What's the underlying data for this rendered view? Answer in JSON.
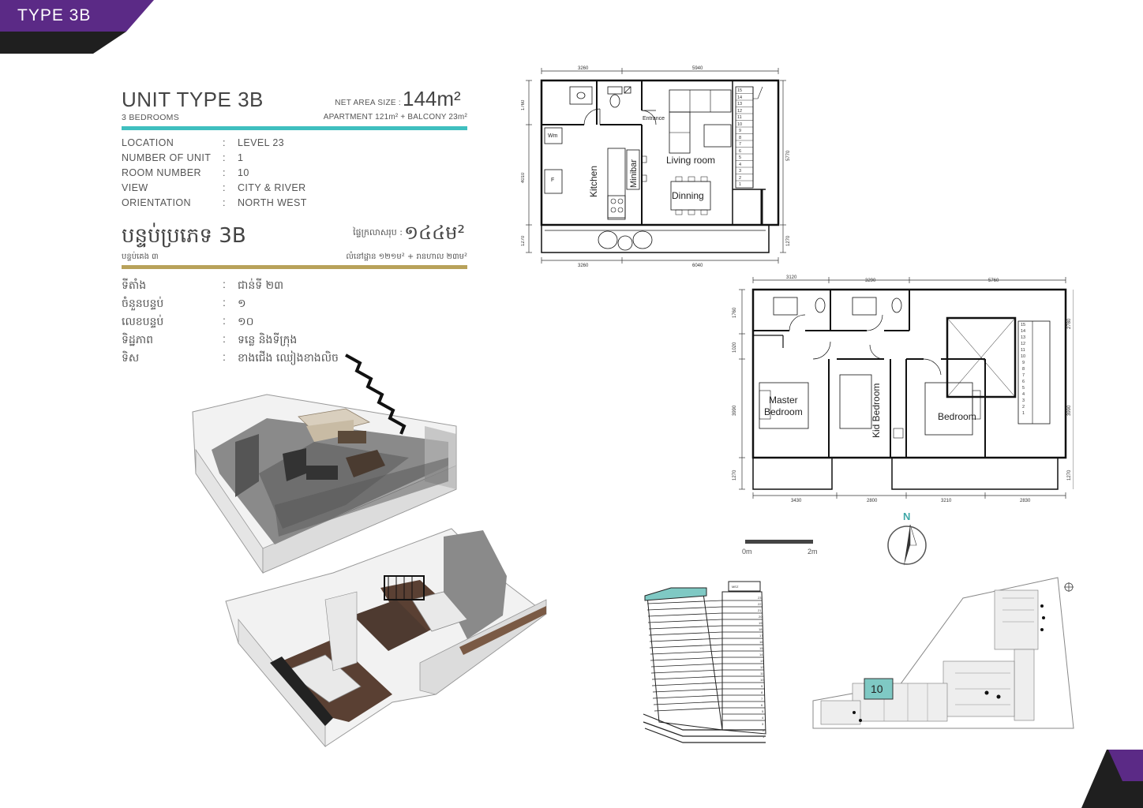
{
  "tag": {
    "label": "TYPE 3B",
    "color": "#5b2a86"
  },
  "header": {
    "title": "UNIT TYPE 3B",
    "bedrooms": "3 BEDROOMS",
    "net_area_label": "NET AREA SIZE :",
    "net_area_value": "144m²",
    "apartment_balcony": "APARTMENT 121m² + BALCONY 23m²"
  },
  "info_rows": [
    {
      "label": "LOCATION",
      "value": "LEVEL 23"
    },
    {
      "label": "NUMBER OF UNIT",
      "value": "1"
    },
    {
      "label": "ROOM NUMBER",
      "value": "10"
    },
    {
      "label": "VIEW",
      "value": "CITY & RIVER"
    },
    {
      "label": "ORIENTATION",
      "value": "NORTH WEST"
    }
  ],
  "colon": ":",
  "khmer": {
    "title": "បន្ទប់ប្រភេទ 3B",
    "bedrooms": "បន្ទប់គេង ៣",
    "net_area_label": "ផ្ទៃក្រលាសរុប :",
    "net_area_value": "១៤៤ម²",
    "apartment_balcony": "លំនៅដ្ឋាន ១២១ម² + រានហាល ២៣ម²",
    "rows": [
      {
        "label": "ទីតាំង",
        "value": "ជាន់ទី ២៣"
      },
      {
        "label": "ចំនួនបន្ទប់",
        "value": "១"
      },
      {
        "label": "លេខបន្ទប់",
        "value": "១០"
      },
      {
        "label": "ទិដ្ឋភាព",
        "value": "ទន្លេ និងទីក្រុង"
      },
      {
        "label": "ទិស",
        "value": "ខាងជើង ឈៀងខាងលិច"
      }
    ]
  },
  "plan_upper": {
    "dims_top": [
      "3260",
      "5940"
    ],
    "dims_bottom": [
      "3260",
      "6040"
    ],
    "dims_left": [
      "1760",
      "4010",
      "1270"
    ],
    "dims_right": [
      "5770",
      "1270"
    ],
    "rooms": {
      "entrance": "Entrance",
      "wm": "Wm",
      "f": "F",
      "kitchen": "Kitchen",
      "minibar": "Minibar",
      "living": "Living room",
      "dinning": "Dinning"
    },
    "stairs": [
      "15",
      "14",
      "13",
      "12",
      "11",
      "10",
      "9",
      "8",
      "7",
      "6",
      "5",
      "4",
      "3",
      "2",
      "1"
    ]
  },
  "plan_lower": {
    "dims_top": [
      "3120",
      "3290",
      "5760"
    ],
    "dims_bottom": [
      "3430",
      "2800",
      "3210",
      "2830"
    ],
    "dims_left": [
      "1760",
      "1020",
      "3990",
      "1270"
    ],
    "dims_right": [
      "2780",
      "3990",
      "1270"
    ],
    "rooms": {
      "master1": "Master",
      "master2": "Bedroom",
      "kid": "Kid Bedroom",
      "bedroom": "Bedroom"
    },
    "stairs": [
      "15",
      "14",
      "13",
      "12",
      "11",
      "10",
      "9",
      "8",
      "7",
      "6",
      "5",
      "4",
      "3",
      "2",
      "1"
    ]
  },
  "compass": {
    "label": "N"
  },
  "scale": {
    "start": "0m",
    "end": "2m"
  },
  "building": {
    "top_label": "MEZ",
    "floors": [
      "23",
      "22",
      "21",
      "20",
      "19",
      "18",
      "17",
      "16",
      "15",
      "14",
      "13",
      "12",
      "11",
      "10",
      "9",
      "8",
      "7",
      "6",
      "5",
      "4",
      "3",
      "2",
      "1"
    ]
  },
  "site": {
    "unit_number": "10",
    "highlight": "#7fc9c4"
  },
  "colors": {
    "accent_teal": "#3fbfbf",
    "accent_gold": "#b8a25a",
    "purple": "#5b2a86",
    "dark": "#222222"
  }
}
